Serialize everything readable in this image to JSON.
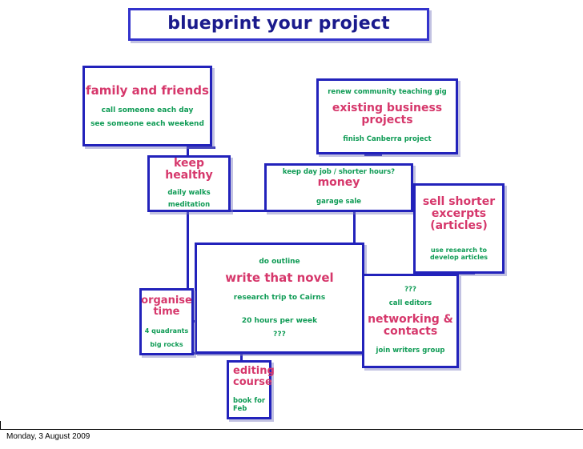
{
  "slide": {
    "title": "blueprint your project",
    "footer_date": "Monday, 3 August 2009"
  },
  "colors": {
    "border": "#2222bb",
    "title_text": "#1a1a8c",
    "main_label": "#d6376b",
    "sub_label": "#0f9b55",
    "background": "#ffffff"
  },
  "nodes": {
    "family": {
      "label": "family and friends",
      "sub1": "call someone each day",
      "sub2": "see someone each weekend"
    },
    "business": {
      "above": "renew community teaching gig",
      "label": "existing business projects",
      "below": "finish Canberra project"
    },
    "healthy": {
      "label": "keep healthy",
      "sub1": "daily walks",
      "sub2": "meditation"
    },
    "money": {
      "above": "keep day job / shorter hours?",
      "label": "money",
      "below": "garage sale"
    },
    "excerpts": {
      "label": "sell shorter excerpts (articles)",
      "sub1": "use research to develop articles"
    },
    "novel": {
      "above": "do outline",
      "label": "write that novel",
      "sub1": "research trip to Cairns",
      "sub2": "20 hours per week",
      "sub3": "???"
    },
    "organise": {
      "label": "organise time",
      "sub1": "4 quadrants",
      "sub2": "big rocks"
    },
    "networking": {
      "above1": "???",
      "above2": "call editors",
      "label": "networking & contacts",
      "below": "join writers group"
    },
    "editing": {
      "label": "editing course",
      "sub1": "book for Feb"
    }
  }
}
